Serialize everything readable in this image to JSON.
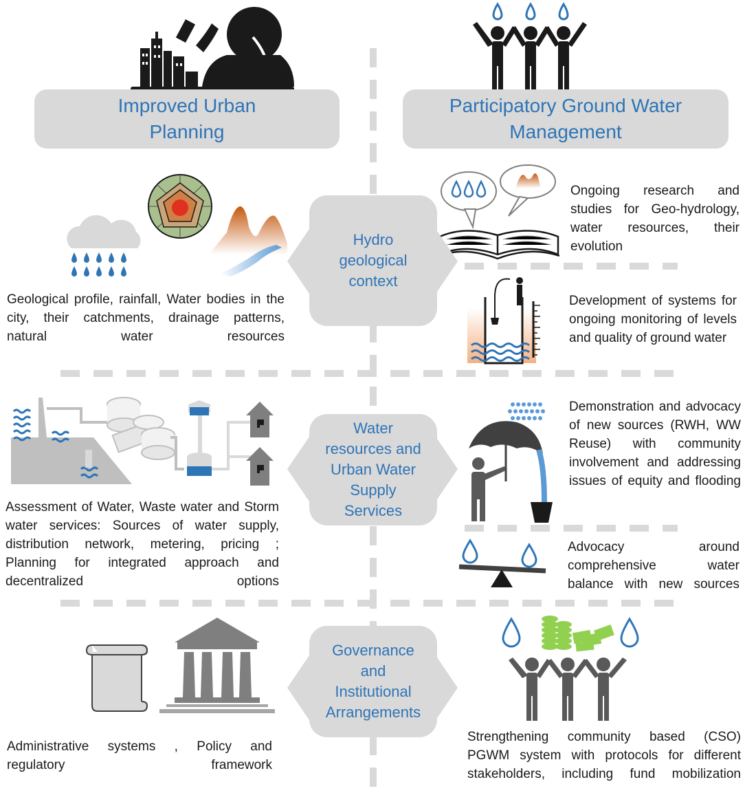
{
  "headers": {
    "left": "Improved Urban Planning",
    "right": "Participatory Ground Water Management"
  },
  "sections": [
    {
      "center_label": "Hydro geological context",
      "left_text": "Geological profile, rainfall, Water bodies in the city, their catchments, drainage patterns, natural water resources",
      "right_items": [
        "Ongoing research and studies for Geo-hydrology, water resources, their evolution",
        "Development of systems for ongoing monitoring of levels and quality of ground water"
      ]
    },
    {
      "center_label": "Water resources and Urban Water Supply Services",
      "left_text": "Assessment of Water, Waste water and Storm water services: Sources of water supply, distribution network, metering, pricing ; Planning for integrated approach and decentralized options",
      "right_items": [
        "Demonstration and advocacy of new sources (RWH, WW Reuse) with community involvement and addressing issues of equity and flooding",
        "Advocacy around comprehensive water balance with new sources"
      ]
    },
    {
      "center_label": "Governance and Institutional Arrangements",
      "left_text": "Administrative systems , Policy and regulatory framework",
      "right_items": [
        "Strengthening community based (CSO) PGWM system with protocols for different stakeholders, including fund mobilization"
      ]
    }
  ],
  "colors": {
    "box_gray": "#d9d9d9",
    "label_blue": "#2e74b5",
    "water_blue": "#2e75b6",
    "icon_dark": "#1a1a1a",
    "icon_gray": "#7f7f7f",
    "money_green": "#92d050"
  },
  "icons": {
    "header_left": "person-with-city-icon",
    "header_right": "people-with-water-drops-icon",
    "hydro_left": [
      "rain-cloud-icon",
      "earth-layers-icon",
      "mountain-river-icon"
    ],
    "hydro_right": [
      "book-with-speech-bubbles-icon",
      "well-monitoring-icon"
    ],
    "water_left": "water-supply-infrastructure-icon",
    "water_right": [
      "person-with-umbrella-rwh-icon",
      "seesaw-water-balance-icon"
    ],
    "governance_left": [
      "scroll-icon",
      "government-building-icon"
    ],
    "governance_right": "community-with-money-icon"
  }
}
